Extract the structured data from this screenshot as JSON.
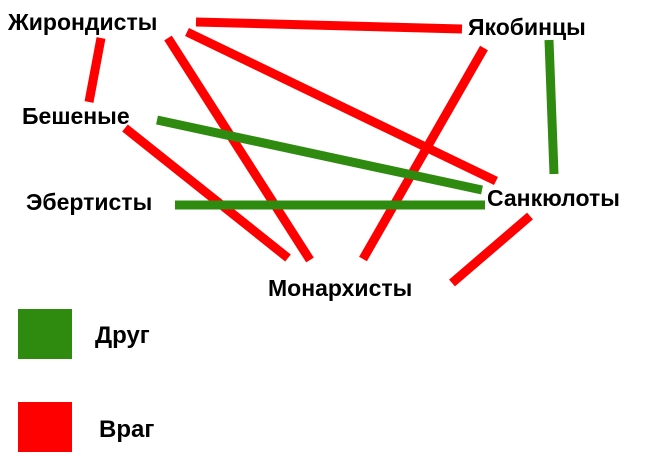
{
  "colors": {
    "friend": "#2e8b10",
    "enemy": "#ff0000"
  },
  "nodes": {
    "girondins": "Жирондисты",
    "jacobins": "Якобинцы",
    "enrages": "Бешеные",
    "hebertists": "Эбертисты",
    "sansculottes": "Санкюлоты",
    "monarchists": "Монархисты"
  },
  "edges": [
    {
      "from": "girondins",
      "to": "jacobins",
      "relation": "enemy"
    },
    {
      "from": "girondins",
      "to": "enrages",
      "relation": "enemy"
    },
    {
      "from": "girondins",
      "to": "sansculottes",
      "relation": "enemy"
    },
    {
      "from": "girondins",
      "to": "monarchists",
      "relation": "enemy"
    },
    {
      "from": "jacobins",
      "to": "sansculottes",
      "relation": "friend"
    },
    {
      "from": "jacobins",
      "to": "monarchists",
      "relation": "enemy"
    },
    {
      "from": "enrages",
      "to": "sansculottes",
      "relation": "friend"
    },
    {
      "from": "enrages",
      "to": "monarchists",
      "relation": "enemy"
    },
    {
      "from": "hebertists",
      "to": "sansculottes",
      "relation": "friend"
    },
    {
      "from": "sansculottes",
      "to": "monarchists",
      "relation": "enemy"
    }
  ],
  "legend": {
    "friend": "Друг",
    "enemy": "Враг"
  }
}
